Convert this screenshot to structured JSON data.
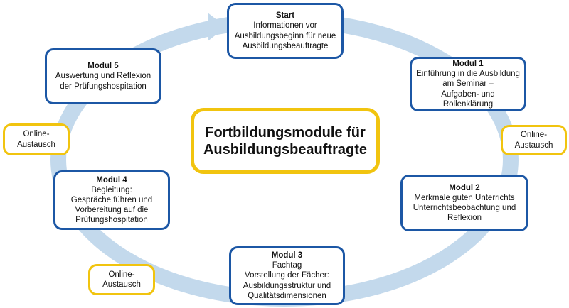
{
  "title": {
    "line1": "Fortbildungsmodule für",
    "line2": "Ausbildungsbeauftragte"
  },
  "modules": {
    "start": {
      "title": "Start",
      "lines": [
        "Informationen vor",
        "Ausbildungsbeginn für neue",
        "Ausbildungsbeauftragte"
      ]
    },
    "modul1": {
      "title": "Modul 1",
      "lines": [
        "Einführung in die Ausbildung",
        "am Seminar –",
        "Aufgaben- und",
        "Rollenklärung"
      ]
    },
    "modul2": {
      "title": "Modul 2",
      "lines": [
        "Merkmale guten Unterrichts",
        "Unterrichtsbeobachtung und",
        "Reflexion"
      ]
    },
    "modul3": {
      "title": "Modul 3",
      "lines": [
        "Fachtag",
        "Vorstellung der Fächer:",
        "Ausbildungsstruktur und",
        "Qualitätsdimensionen"
      ]
    },
    "modul4": {
      "title": "Modul 4",
      "lines": [
        "Begleitung:",
        "Gespräche führen und",
        "Vorbereitung auf die",
        "Prüfungshospitation"
      ]
    },
    "modul5": {
      "title": "Modul 5",
      "lines": [
        "Auswertung und Reflexion",
        "der Prüfungshospitation"
      ]
    }
  },
  "online": {
    "right": [
      "Online-",
      "Austausch"
    ],
    "bottom_left": [
      "Online-",
      "Austausch"
    ],
    "left": [
      "Online-",
      "Austausch"
    ]
  },
  "colors": {
    "module_border": "#1c57a5",
    "online_border": "#f1c40f",
    "ring": "#c3d9ec"
  }
}
